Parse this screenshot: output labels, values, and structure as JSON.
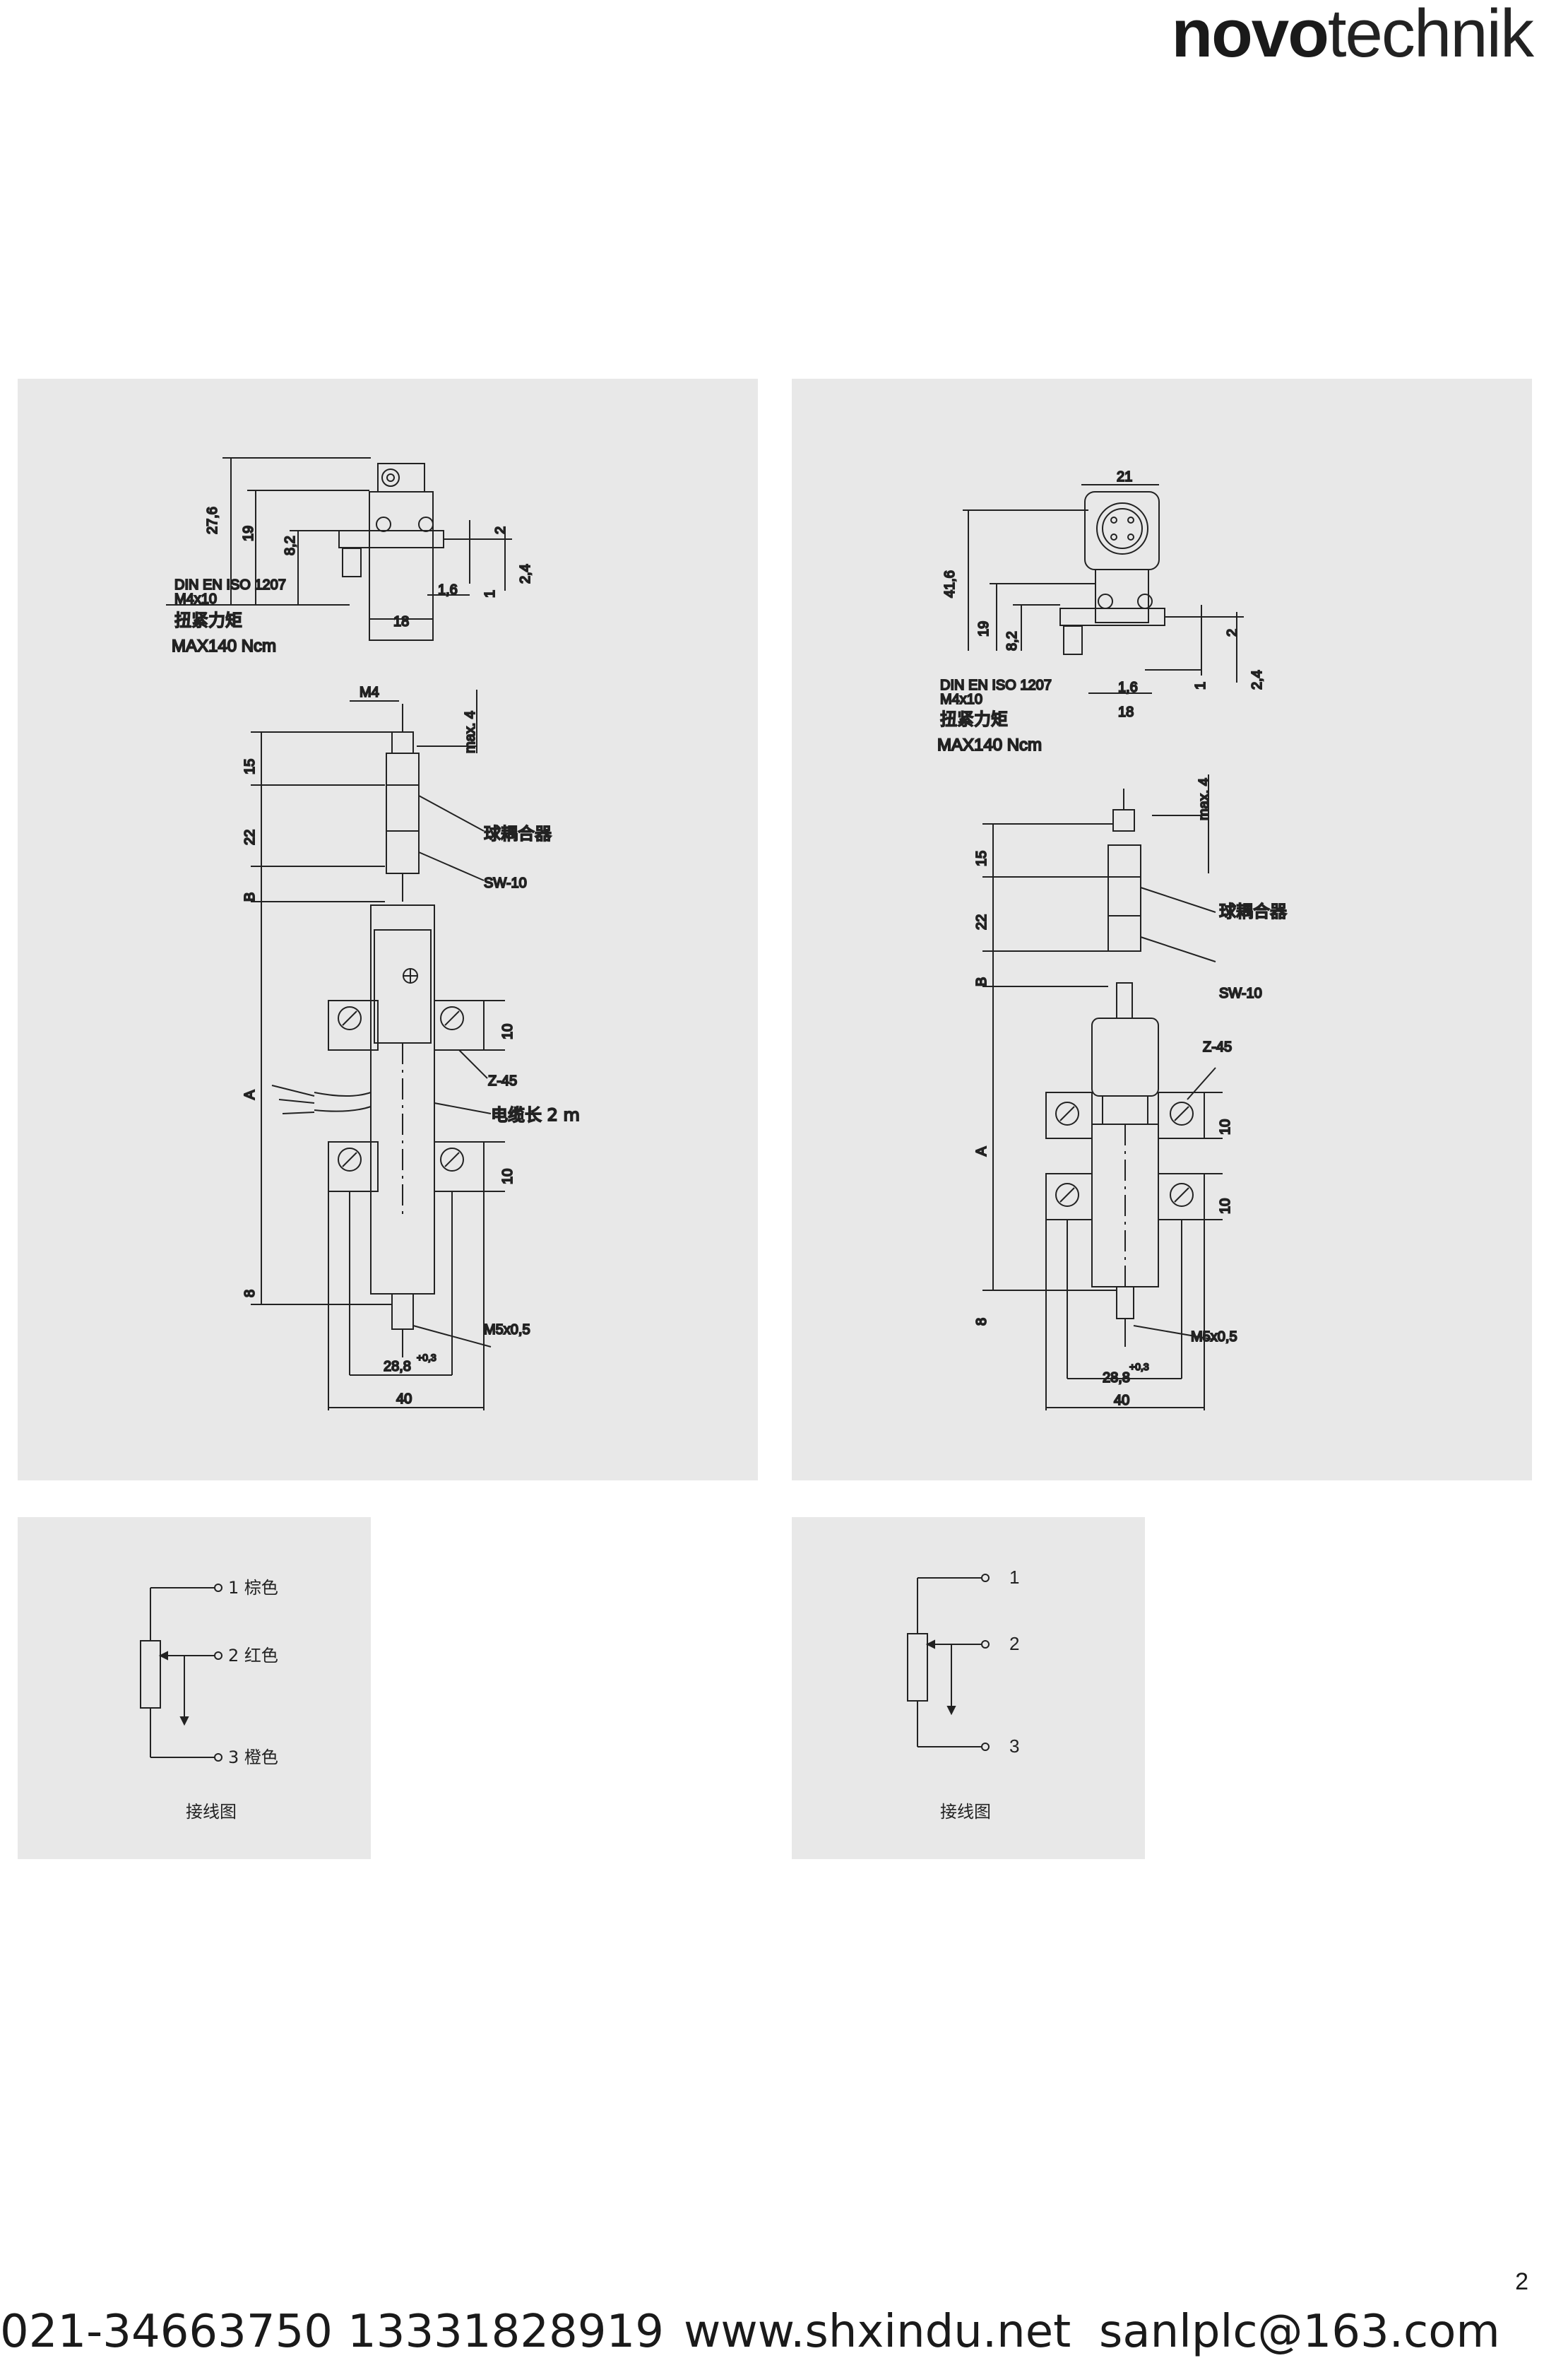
{
  "brand": {
    "bold": "novo",
    "light": "technik"
  },
  "left_drawing": {
    "dims": [
      "27,6",
      "19",
      "8,2",
      "2",
      "2,4",
      "1",
      "1,6",
      "18",
      "M4",
      "max. 4",
      "15",
      "22",
      "B",
      "A",
      "10",
      "10",
      "8",
      "28,8",
      "+0,3",
      "40"
    ],
    "standard": "DIN EN ISO 1207",
    "screw": "M4x10",
    "torque_label": "扭紧力矩",
    "torque_value": "MAX140 Ncm",
    "ball_coupling": "球耦合器",
    "sw": "SW-10",
    "z": "Z-45",
    "cable": "电缆长 2 m",
    "thread": "M5x0,5"
  },
  "right_drawing": {
    "dims": [
      "21",
      "41,6",
      "19",
      "8,2",
      "2",
      "2,4",
      "1",
      "1,6",
      "18",
      "max. 4",
      "15",
      "22",
      "B",
      "A",
      "10",
      "10",
      "8",
      "28,8",
      "+0,3",
      "40"
    ],
    "standard": "DIN EN ISO 1207",
    "screw": "M4x10",
    "torque_label": "扭紧力矩",
    "torque_value": "MAX140 Ncm",
    "ball_coupling": "球耦合器",
    "sw": "SW-10",
    "z": "Z-45",
    "thread": "M5x0,5"
  },
  "left_wiring": {
    "pins": [
      "1 棕色",
      "2 红色",
      "3 橙色"
    ],
    "caption": "接线图"
  },
  "right_wiring": {
    "pins": [
      "1",
      "2",
      "3"
    ],
    "caption": "接线图"
  },
  "page_number": "2",
  "footer": {
    "phone1": "021-34663750",
    "phone2": "13331828919",
    "website": "www.shxindu.net",
    "email": "sanlplc@163.com"
  }
}
